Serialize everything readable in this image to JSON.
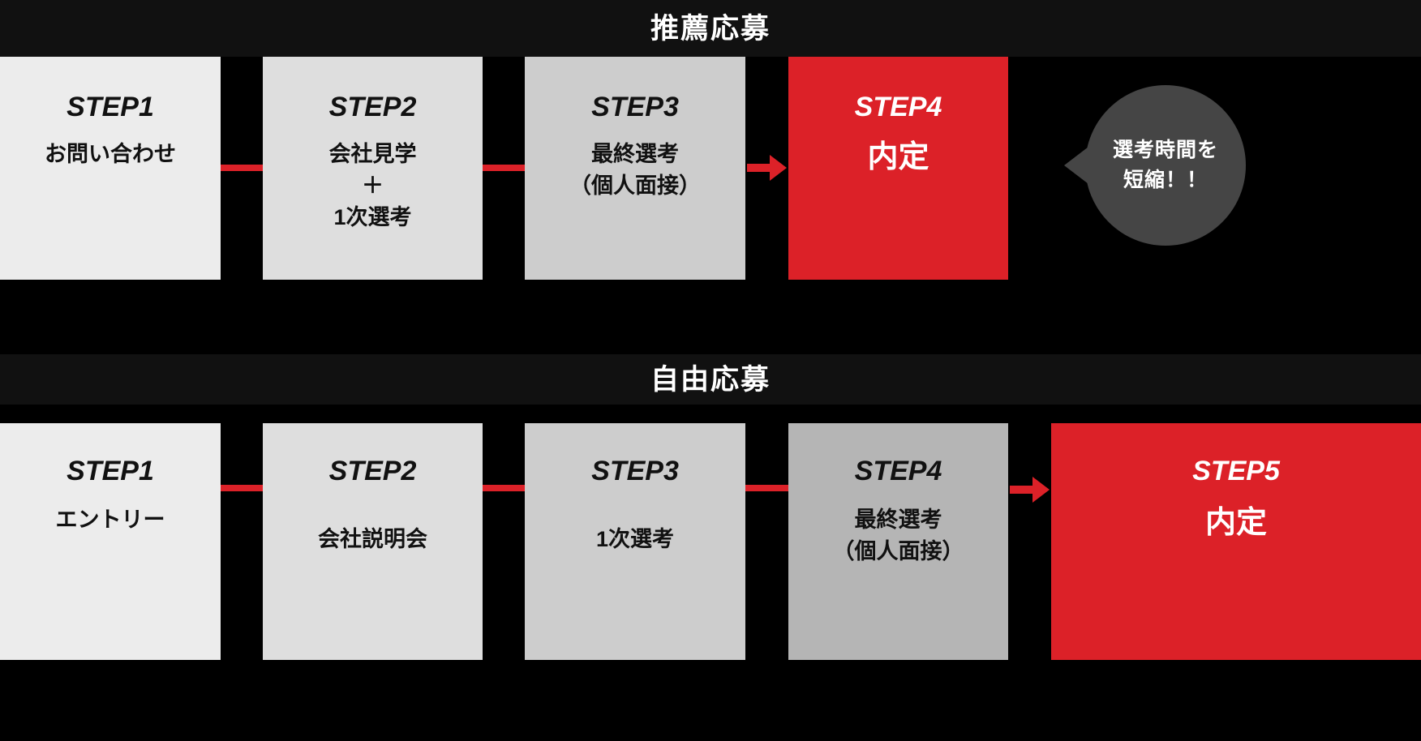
{
  "accent_color": "#DC2128",
  "background_color": "#000000",
  "band_color": "#111111",
  "bubble_color": "#454545",
  "sections": [
    {
      "id": "recommendation",
      "title": "推薦応募",
      "steps": [
        {
          "label": "STEP1",
          "sub": "お問い合わせ",
          "fill": "#ECECEC",
          "accent": false
        },
        {
          "label": "STEP2",
          "sub": "会社見学\n＋\n1次選考",
          "fill": "#DEDEDE",
          "accent": false
        },
        {
          "label": "STEP3",
          "sub": "最終選考\n（個人面接）",
          "fill": "#CDCDCD",
          "accent": false
        },
        {
          "label": "STEP4",
          "sub": "内定",
          "fill": "#DC2128",
          "accent": true
        }
      ],
      "callout": {
        "text": "選考時間を\n短縮！！",
        "fill": "#454545"
      }
    },
    {
      "id": "free-application",
      "title": "自由応募",
      "steps": [
        {
          "label": "STEP1",
          "sub": "エントリー",
          "fill": "#ECECEC",
          "accent": false
        },
        {
          "label": "STEP2",
          "sub": "会社説明会",
          "fill": "#DEDEDE",
          "accent": false
        },
        {
          "label": "STEP3",
          "sub": "1次選考",
          "fill": "#CDCDCD",
          "accent": false
        },
        {
          "label": "STEP4",
          "sub": "最終選考\n（個人面接）",
          "fill": "#B5B5B5",
          "accent": false
        },
        {
          "label": "STEP5",
          "sub": "内定",
          "fill": "#DC2128",
          "accent": true
        }
      ],
      "callout": null
    }
  ]
}
